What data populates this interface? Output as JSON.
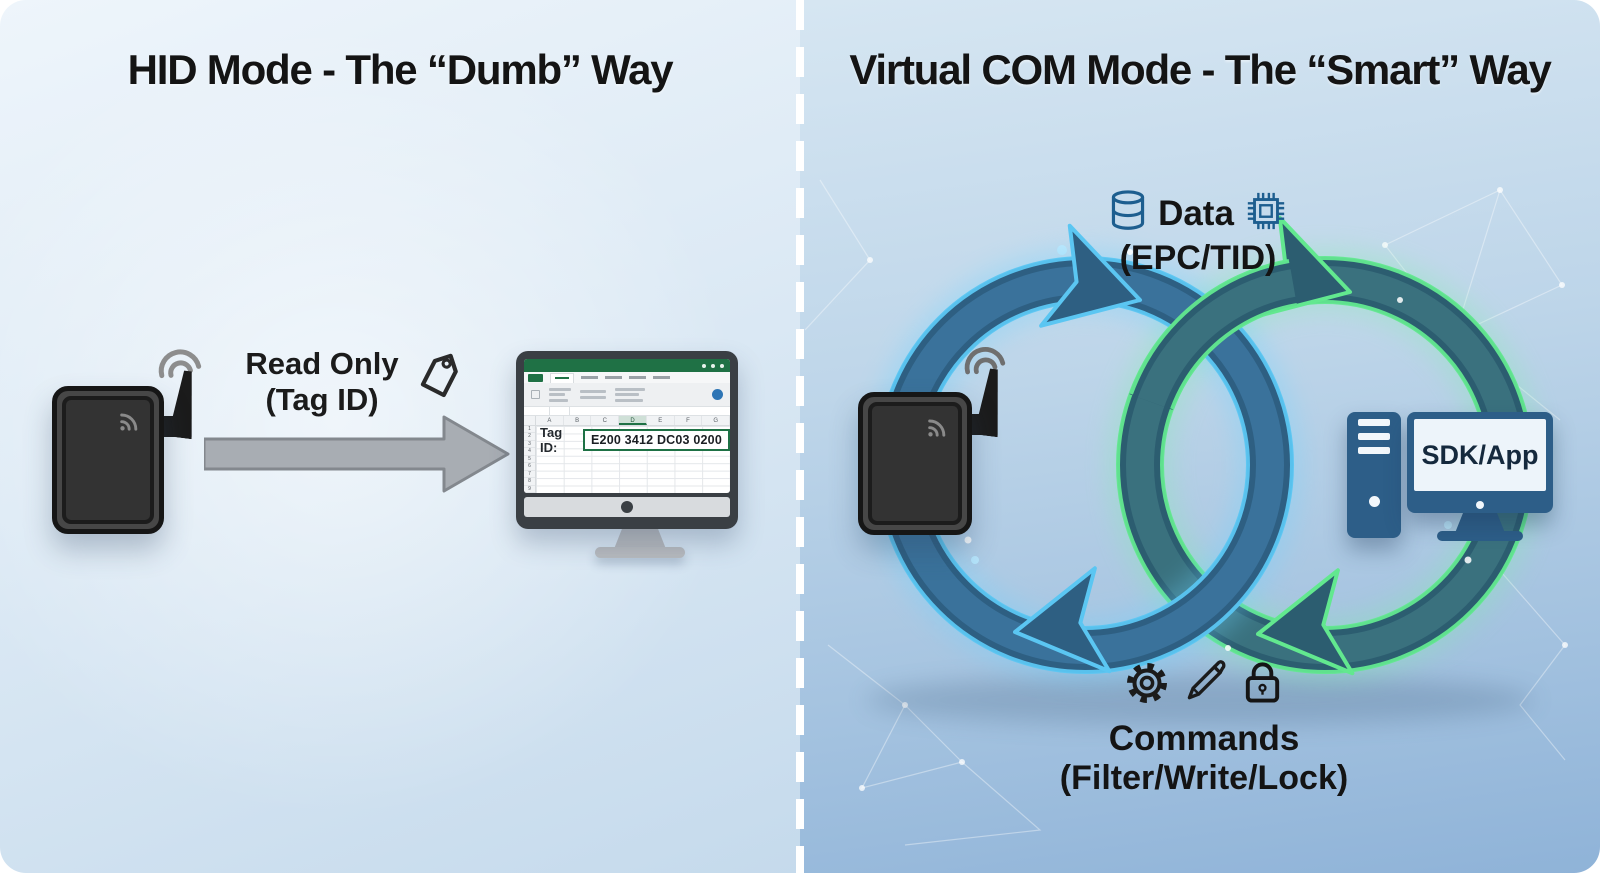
{
  "left_panel": {
    "title": "HID Mode - The “Dumb” Way",
    "flow_label": {
      "line1": "Read Only",
      "line2": "(Tag ID)"
    },
    "excel": {
      "columns": [
        "A",
        "B",
        "C",
        "D",
        "E",
        "F",
        "G"
      ],
      "rows": [
        "1",
        "2",
        "3",
        "4",
        "5",
        "6",
        "7",
        "8",
        "9"
      ],
      "tag_label": "Tag ID:",
      "tag_value": "E200 3412 DC03 0200"
    }
  },
  "right_panel": {
    "title": "Virtual COM Mode - The “Smart” Way",
    "data_flow": {
      "label": "Data",
      "sublabel": "(EPC/TID)"
    },
    "command_flow": {
      "label": "Commands",
      "sublabel": "(Filter/Write/Lock)"
    },
    "endpoint_label": "SDK/App"
  },
  "colors": {
    "excel_green": "#1f7145",
    "arrow_gray": "#a8adb3",
    "ring_blue_glow": "#5bc6f2",
    "ring_green_glow": "#62e88f",
    "device_body": "#333333",
    "computer_blue": "#2d5e88"
  },
  "icons": [
    "wifi-signal-icon",
    "antenna",
    "tag-icon",
    "database-icon",
    "chip-icon",
    "gear-icon",
    "pencil-icon",
    "lock-icon"
  ]
}
